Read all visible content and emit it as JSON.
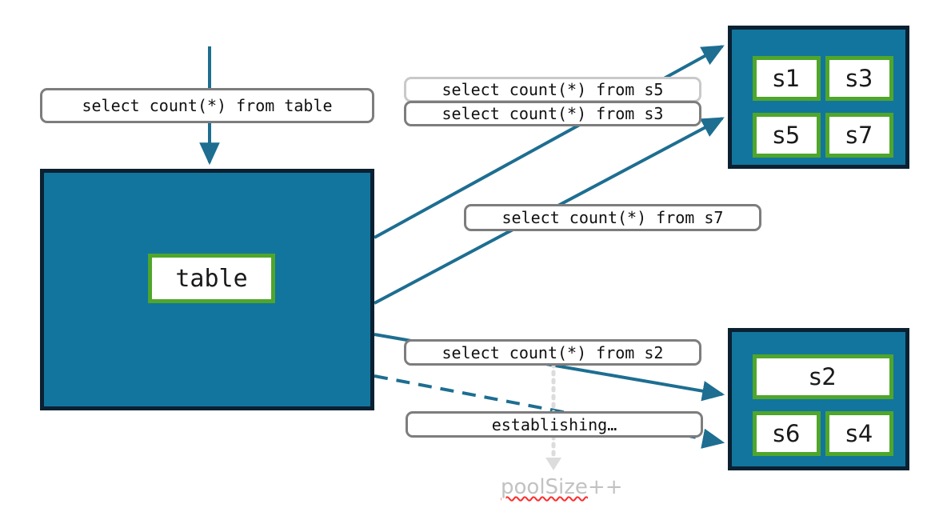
{
  "diagram": {
    "title": "connection-pool-query-fanout",
    "colors": {
      "pool_fill": "#12759E",
      "pool_border": "#0B2031",
      "node_border": "#4FA62B",
      "node_fill": "#FFFFFF",
      "arrow": "#1D6E91",
      "pill_border": "#7D7D7D",
      "pill_border_faded": "#C9C9C9",
      "ghost_text": "#C2C2C2",
      "spellcheck_underline": "#FF2A2A",
      "dotted_guide": "#DCDCDC"
    }
  },
  "entry": {
    "query_label": "select count(*) from table"
  },
  "table_pool": {
    "node_label": "table"
  },
  "server_group_top": {
    "nodes": [
      {
        "label": "s1"
      },
      {
        "label": "s3"
      },
      {
        "label": "s5"
      },
      {
        "label": "s7"
      }
    ]
  },
  "server_group_bottom": {
    "nodes": [
      {
        "label": "s2"
      },
      {
        "label": "s6"
      },
      {
        "label": "s4"
      }
    ]
  },
  "query_labels": [
    {
      "id": "s5",
      "text": "select count(*) from s5",
      "state": "faded"
    },
    {
      "id": "s3",
      "text": "select count(*) from s3",
      "state": "strong"
    },
    {
      "id": "s7",
      "text": "select count(*) from s7",
      "state": "strong"
    },
    {
      "id": "s2",
      "text": "select count(*) from s2",
      "state": "strong"
    },
    {
      "id": "establishing",
      "text": "establishing…",
      "state": "strong"
    }
  ],
  "annotation": {
    "pool_size_word": "poolSize",
    "pool_size_suffix": "++"
  }
}
